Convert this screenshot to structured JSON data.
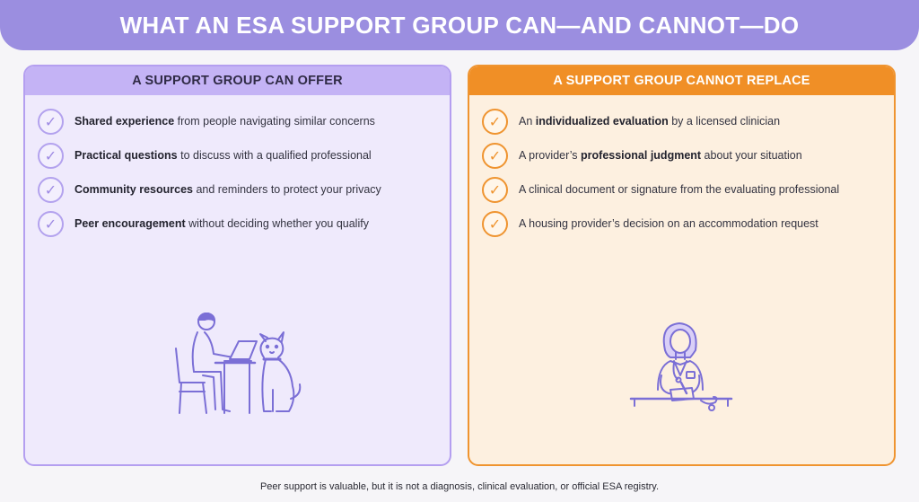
{
  "title": "WHAT AN ESA SUPPORT GROUP CAN—AND CANNOT—DO",
  "left_panel": {
    "heading": "A SUPPORT GROUP CAN OFFER",
    "items": [
      {
        "bold": "Shared experience",
        "rest": " from people navigating similar concerns"
      },
      {
        "bold": "Practical questions",
        "rest": " to discuss with a qualified professional"
      },
      {
        "bold": "Community resources",
        "rest": " and reminders to protect your privacy"
      },
      {
        "bold": "Peer encouragement",
        "rest": " without deciding whether you qualify"
      }
    ],
    "illustration_icon": "person-at-laptop-with-dog-icon"
  },
  "right_panel": {
    "heading": "A SUPPORT GROUP CANNOT REPLACE",
    "items": [
      {
        "pre": "An ",
        "bold": "individualized evaluation",
        "rest": " by a licensed clinician"
      },
      {
        "pre": "A provider’s ",
        "bold": "professional judgment",
        "rest": " about your situation"
      },
      {
        "pre": "A clinical document or signature from the evaluating professional",
        "bold": "",
        "rest": ""
      },
      {
        "pre": "A housing provider’s decision on an accommodation request",
        "bold": "",
        "rest": ""
      }
    ],
    "illustration_icon": "clinician-at-desk-icon"
  },
  "check_glyph": "✓",
  "footer": "Peer support is valuable, but it is not a diagnosis, clinical evaluation, or official ESA registry.",
  "colors": {
    "banner": "#9b8ee0",
    "left_accent": "#b49ff0",
    "right_accent": "#ef9430"
  }
}
